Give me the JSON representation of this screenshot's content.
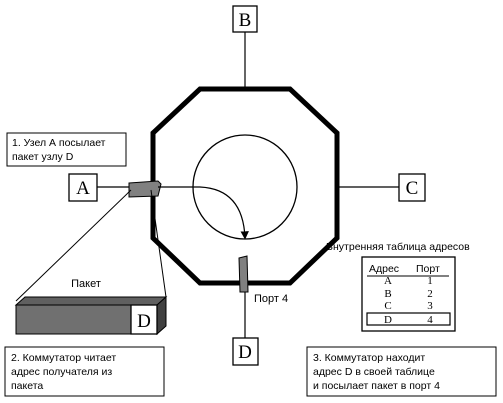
{
  "nodes": {
    "a": "A",
    "b": "B",
    "c": "C",
    "d": "D"
  },
  "port_label": "Порт 4",
  "packet": {
    "label": "Пакет",
    "dest": "D"
  },
  "table": {
    "title": "Внутренняя таблица адресов",
    "header_address": "Адрес",
    "header_port": "Порт",
    "rows": [
      {
        "address": "A",
        "port": "1"
      },
      {
        "address": "B",
        "port": "2"
      },
      {
        "address": "C",
        "port": "3"
      },
      {
        "address": "D",
        "port": "4"
      }
    ]
  },
  "steps": {
    "step1": [
      "1. Узел А посылает",
      "пакет узлу D"
    ],
    "step2": [
      "2. Коммутатор читает",
      "адрес получателя из",
      "пакета"
    ],
    "step3": [
      "3. Коммутатор находит",
      "адрес D в своей таблице",
      "и посылает пакет в порт 4"
    ]
  },
  "colors": {
    "line": "#000000",
    "port_fill": "#808080",
    "packet_fill": "#707070",
    "packet_shadow": "#505050"
  }
}
